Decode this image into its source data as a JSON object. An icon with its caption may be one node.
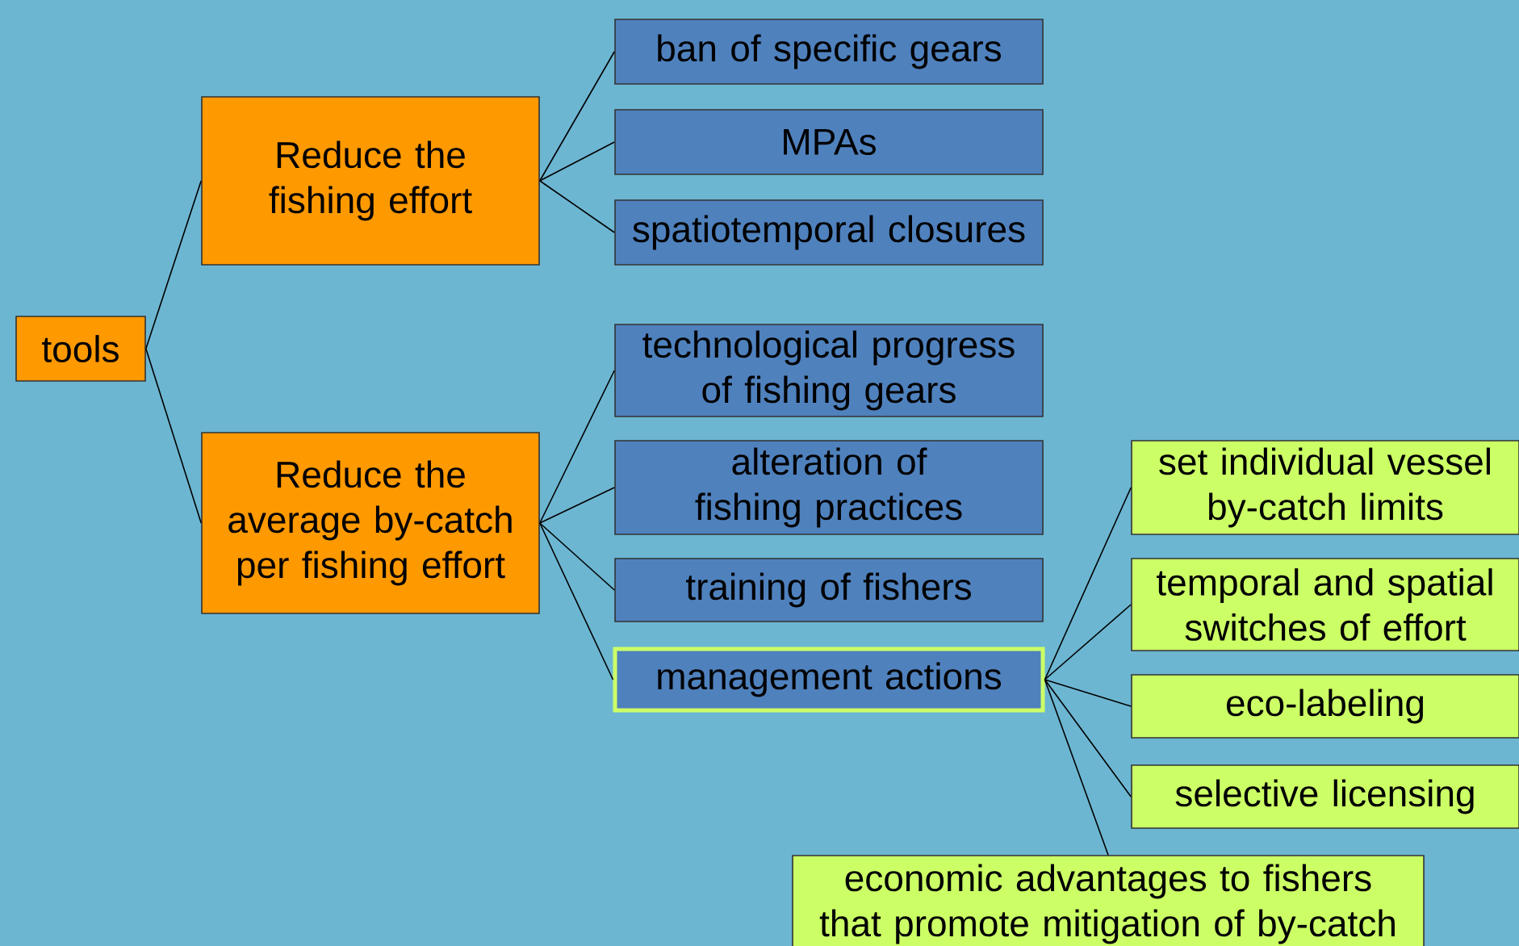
{
  "diagram": {
    "nodes": [
      {
        "text": [
          "tools"
        ]
      },
      {
        "text": [
          "Reduce the fishing effort"
        ]
      },
      {
        "text": [
          "Reduce the average by-catch per fishing effort"
        ]
      },
      {
        "text": [
          "ban of specific gears"
        ]
      },
      {
        "text": [
          "MPAs"
        ]
      },
      {
        "text": [
          "spatiotemporal closures"
        ]
      },
      {
        "text": [
          "technological progress of fishing gears"
        ]
      },
      {
        "text": [
          "alteration of fishing practices"
        ]
      },
      {
        "text": [
          "training of fishers"
        ]
      },
      {
        "text": [
          "management actions"
        ]
      },
      {
        "text": [
          "set individual vessel by-catch limits"
        ]
      },
      {
        "text": [
          "temporal and spatial switches of effort"
        ]
      },
      {
        "text": [
          "eco-labeling"
        ]
      },
      {
        "text": [
          "selective licensing"
        ]
      },
      {
        "text": [
          "economic advantages to fishers that promote mitigation of by-catch"
        ]
      }
    ],
    "edges": [
      {
        "from": 0,
        "to": 1,
        "arrow": "none"
      },
      {
        "from": 0,
        "to": 2,
        "arrow": "none"
      },
      {
        "from": 1,
        "to": 3,
        "arrow": "none"
      },
      {
        "from": 1,
        "to": 4,
        "arrow": "none"
      },
      {
        "from": 1,
        "to": 5,
        "arrow": "none"
      },
      {
        "from": 2,
        "to": 6,
        "arrow": "none"
      },
      {
        "from": 2,
        "to": 7,
        "arrow": "none"
      },
      {
        "from": 2,
        "to": 8,
        "arrow": "none"
      },
      {
        "from": 2,
        "to": 9,
        "arrow": "none"
      },
      {
        "from": 9,
        "to": 10,
        "arrow": "none"
      },
      {
        "from": 9,
        "to": 11,
        "arrow": "none"
      },
      {
        "from": 9,
        "to": 12,
        "arrow": "none"
      },
      {
        "from": 9,
        "to": 13,
        "arrow": "none"
      },
      {
        "from": 9,
        "to": 14,
        "arrow": "none"
      }
    ]
  }
}
